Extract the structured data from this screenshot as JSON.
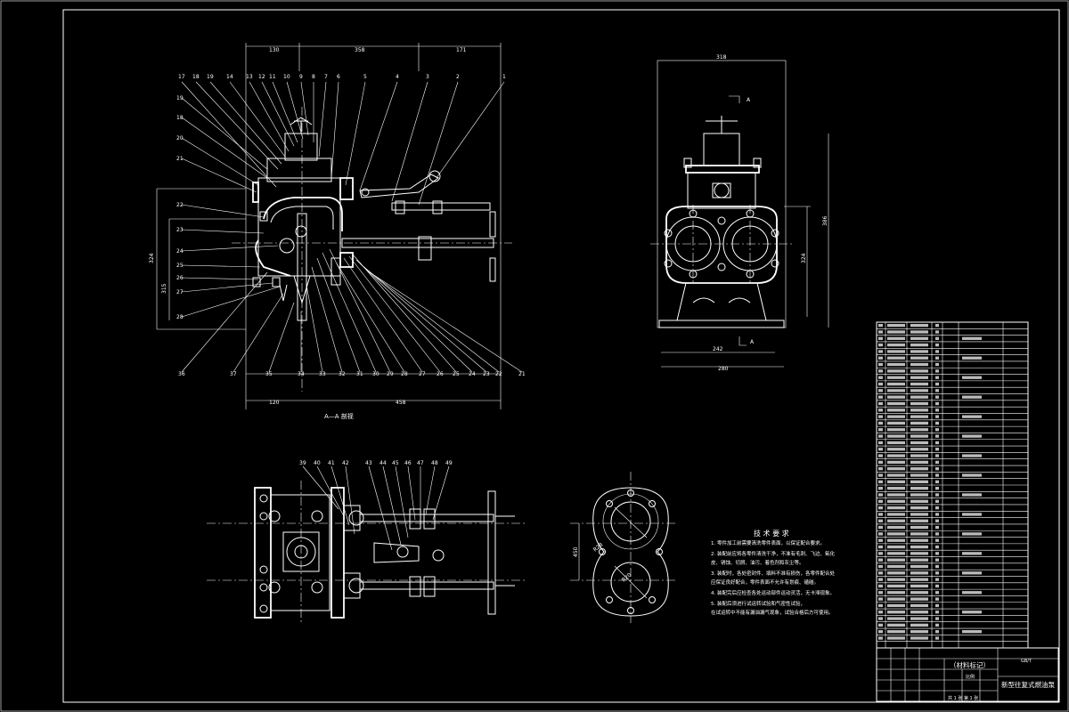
{
  "views": {
    "section_caption": "A—A 剖视"
  },
  "dimensions": {
    "top_130": "130",
    "top_358": "358",
    "top_171": "171",
    "left_324": "324",
    "left_315": "315",
    "bottom_120": "120",
    "bottom_458": "458",
    "right_318": "318",
    "right_324": "324",
    "right_386": "386",
    "right_242": "242",
    "right_280": "280",
    "section_mark_a": "A",
    "ellipse_r": "R28",
    "ellipse_r2": "R20",
    "ellipse_side": "450"
  },
  "leader_numbers": {
    "top": [
      "17",
      "18",
      "19",
      "14",
      "13",
      "12",
      "11",
      "10",
      "9",
      "8",
      "7",
      "6",
      "5",
      "4",
      "3",
      "2",
      "1"
    ],
    "left": [
      "19",
      "18",
      "20",
      "21",
      "22",
      "23",
      "24",
      "25",
      "26",
      "27",
      "28"
    ],
    "bottom": [
      "36",
      "37",
      "35",
      "34",
      "33",
      "32",
      "31",
      "30",
      "29",
      "28",
      "27",
      "26",
      "25",
      "24",
      "23",
      "22",
      "21"
    ],
    "plan": [
      "39",
      "40",
      "41",
      "42",
      "43",
      "44",
      "45",
      "46",
      "47",
      "48",
      "49"
    ]
  },
  "tech_requirements": {
    "title": "技 术 要 求",
    "items": [
      "1. 零件加工前需要清洗零件表面，以保证配合要求。",
      "2. 装配前应将各零件清洗干净，不准有毛刺、飞边、氧化",
      "   皮、锈蚀、切屑、油污、着色剂和灰尘等。",
      "3. 装配时，各处密封件、填料不准有损伤，各零件配合处",
      "   应保证良好配合，零件表面不允许有划痕、磕碰。",
      "4. 装配完后应检查各处运动部件运动灵活，无卡滞现象。",
      "5. 装配后须进行试运转试验和气密性试验，",
      "   在试运转中不能有漏油漏气现象，试验合格后方可使用。"
    ]
  },
  "parts_list": {
    "row_count": 50
  },
  "title_block": {
    "material_note": "（材料标记）",
    "drawing_name": "新型往复式燃油泵",
    "drawing_code": "GB/T",
    "scale_label": "比例",
    "sheet_label": "共 1 张 第 1 张"
  }
}
